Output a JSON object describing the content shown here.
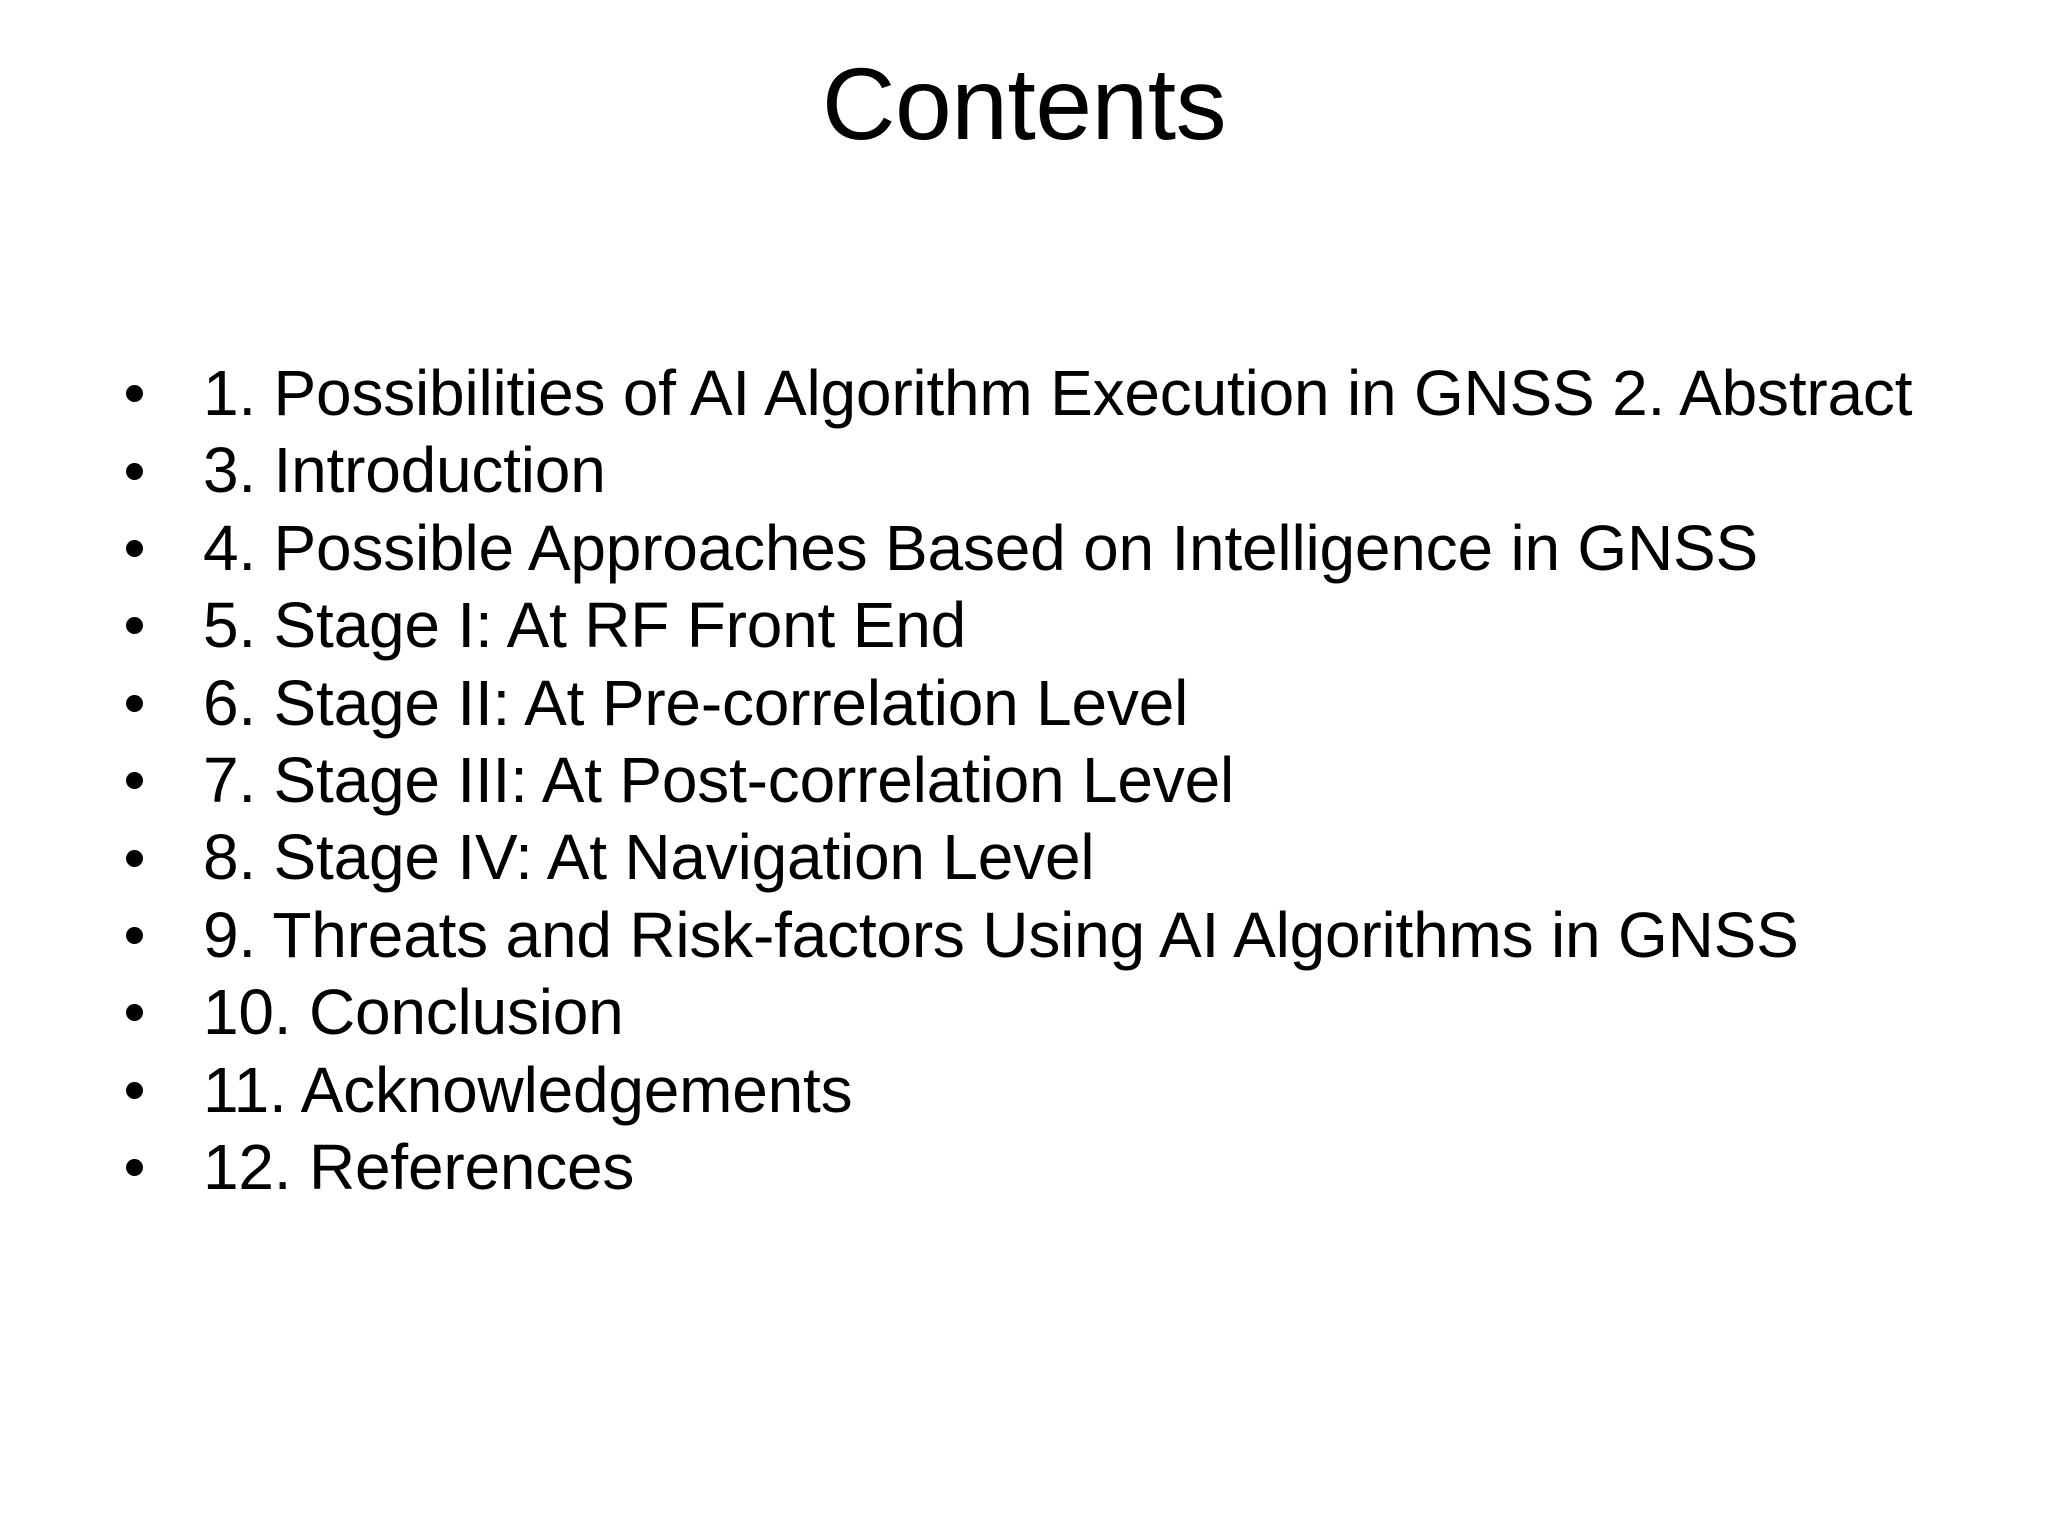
{
  "slide": {
    "title": "Contents",
    "background_color": "#ffffff",
    "text_color": "#000000",
    "bullet_glyph": "bullet-dot"
  },
  "contents": {
    "items": [
      {
        "label": "1. Possibilities of AI Algorithm Execution in GNSS 2. Abstract"
      },
      {
        "label": "3. Introduction"
      },
      {
        "label": "4. Possible Approaches Based on Intelligence in GNSS"
      },
      {
        "label": "5. Stage I: At RF Front End"
      },
      {
        "label": "6. Stage II: At Pre-correlation Level"
      },
      {
        "label": "7. Stage III: At Post-correlation Level"
      },
      {
        "label": "8. Stage IV: At Navigation Level"
      },
      {
        "label": "9. Threats and Risk-factors Using AI Algorithms in GNSS"
      },
      {
        "label": "10. Conclusion"
      },
      {
        "label": "11. Acknowledgements"
      },
      {
        "label": "12. References"
      }
    ]
  }
}
